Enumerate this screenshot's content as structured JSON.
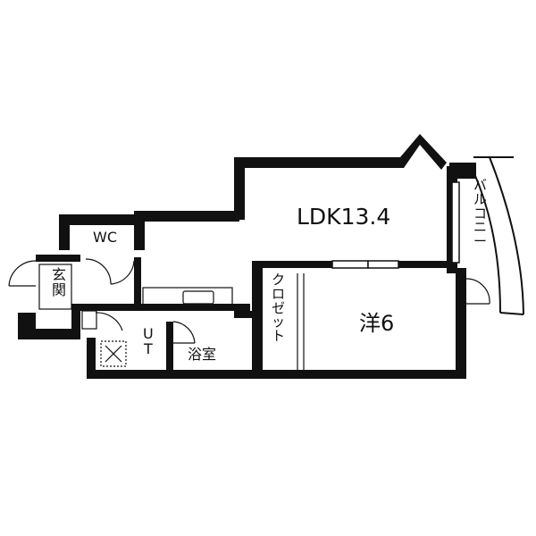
{
  "rooms": {
    "ldk": "LDK13.4",
    "western": "洋6",
    "wc": "WC",
    "entrance": [
      "玄",
      "関"
    ],
    "utility": [
      "U",
      "T"
    ],
    "bathroom": "浴室",
    "closet": [
      "ク",
      "ロ",
      "ゼ",
      "ッ",
      "ト"
    ],
    "balcony": [
      "バ",
      "ル",
      "コ",
      "ニ",
      "ー"
    ]
  }
}
